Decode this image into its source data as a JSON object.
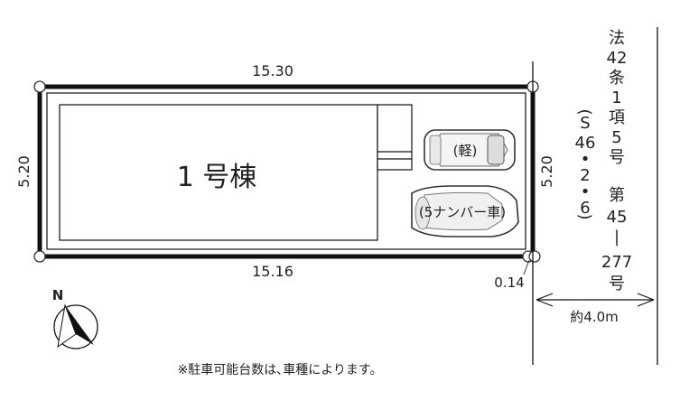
{
  "plan": {
    "top_dimension": "15.30",
    "bottom_dimension": "15.16",
    "left_dimension": "5.20",
    "right_dimension": "5.20",
    "corner_offset": "0.14",
    "building_label": "1 号棟",
    "car_small_label": "(軽)",
    "car_large_label": "(5ナンバー車)",
    "road_label": [
      "法",
      "42",
      "条",
      "1",
      "項",
      "5",
      "号",
      "第",
      "45",
      "|",
      "277",
      "号"
    ],
    "road_label_date": [
      "(",
      "S",
      "46",
      "•",
      "2",
      "•",
      "6",
      ")"
    ],
    "road_width": "約4.0m",
    "north_label": "N",
    "footnote": "※駐車可能台数は､車種によります。"
  }
}
